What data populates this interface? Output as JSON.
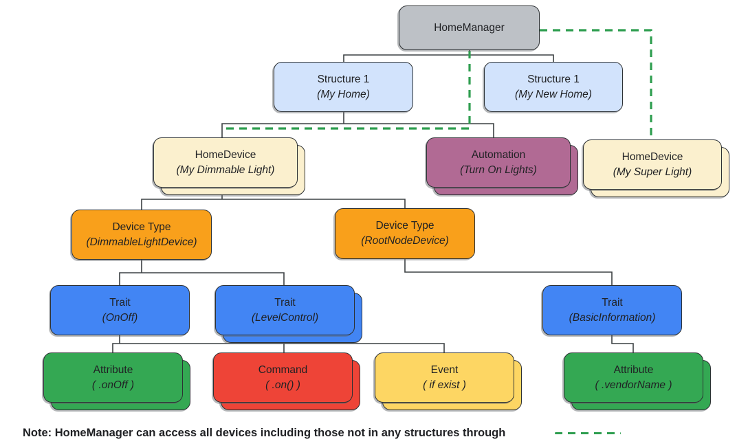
{
  "palette": {
    "gray": "#BDC1C6",
    "light_blue": "#D2E3FC",
    "cream": "#FBF0CE",
    "plum": "#B16A94",
    "orange": "#F9A01B",
    "blue": "#4285F4",
    "green": "#34A853",
    "red": "#EE4437",
    "yellow": "#FDD663",
    "connector": "#3C4043",
    "dashed_green": "#2E9E4F",
    "text": "#202124"
  },
  "nodes": [
    {
      "id": "home-manager",
      "line1": "HomeManager",
      "line2": "",
      "color": "gray",
      "stacked": false
    },
    {
      "id": "structure-my-home",
      "line1": "Structure 1",
      "line2": "(My Home)",
      "color": "light_blue",
      "stacked": false
    },
    {
      "id": "structure-my-new-home",
      "line1": "Structure 1",
      "line2": "(My New Home)",
      "color": "light_blue",
      "stacked": false
    },
    {
      "id": "homedevice-my-dimmable-light",
      "line1": "HomeDevice",
      "line2": "(My Dimmable Light)",
      "color": "cream",
      "stacked": true
    },
    {
      "id": "automation-turn-on-lights",
      "line1": "Automation",
      "line2": "(Turn On Lights)",
      "color": "plum",
      "stacked": true
    },
    {
      "id": "homedevice-my-super-light",
      "line1": "HomeDevice",
      "line2": "(My Super Light)",
      "color": "cream",
      "stacked": true
    },
    {
      "id": "device-type-dimmablelightdevice",
      "line1": "Device Type",
      "line2": "(DimmableLightDevice)",
      "color": "orange",
      "stacked": false
    },
    {
      "id": "device-type-rootnodedevice",
      "line1": "Device Type",
      "line2": "(RootNodeDevice)",
      "color": "orange",
      "stacked": false
    },
    {
      "id": "trait-onoff",
      "line1": "Trait",
      "line2": "(OnOff)",
      "color": "blue",
      "stacked": false
    },
    {
      "id": "trait-levelcontrol",
      "line1": "Trait",
      "line2": "(LevelControl)",
      "color": "blue",
      "stacked": true
    },
    {
      "id": "trait-basicinformation",
      "line1": "Trait",
      "line2": "(BasicInformation)",
      "color": "blue",
      "stacked": false
    },
    {
      "id": "attribute-onoff",
      "line1": "Attribute",
      "line2": "( .onOff )",
      "color": "green",
      "stacked": true
    },
    {
      "id": "command-on",
      "line1": "Command",
      "line2": "( .on() )",
      "color": "red",
      "stacked": true
    },
    {
      "id": "event-if-exist",
      "line1": "Event",
      "line2": "( if exist )",
      "color": "yellow",
      "stacked": true
    },
    {
      "id": "attribute-vendorname",
      "line1": "Attribute",
      "line2": "( .vendorName )",
      "color": "green",
      "stacked": true
    }
  ],
  "note": {
    "text": "Note: HomeManager can access all devices including those not in any structures through"
  }
}
